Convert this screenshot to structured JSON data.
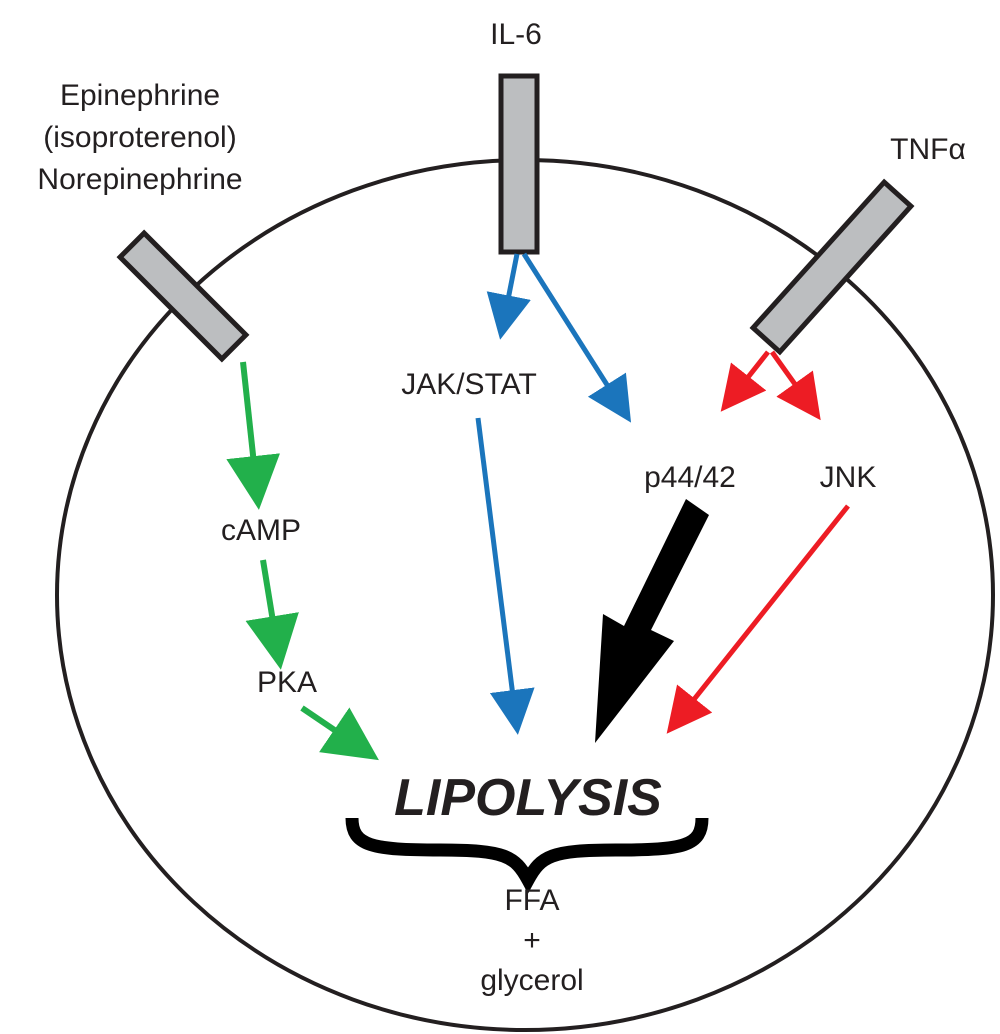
{
  "colors": {
    "adrenergic": "#22b04b",
    "il6": "#1b75bc",
    "tnf": "#ed1c24",
    "erk": "#000000",
    "receptor_fill": "#bcbec0",
    "outline": "#231f20"
  },
  "ligands": {
    "epinephrine_line1": "Epinephrine",
    "epinephrine_line2": "(isoproterenol)",
    "epinephrine_line3": "Norepinephrine",
    "il6": "IL-6",
    "tnf": "TNFα"
  },
  "nodes": {
    "jak_stat": "JAK/STAT",
    "p44_42": "p44/42",
    "jnk": "JNK",
    "camp": "cAMP",
    "pka": "PKA"
  },
  "outcome": {
    "lipolysis": "LIPOLYSIS",
    "product_line1": "FFA",
    "product_line2": "+",
    "product_line3": "glycerol"
  }
}
